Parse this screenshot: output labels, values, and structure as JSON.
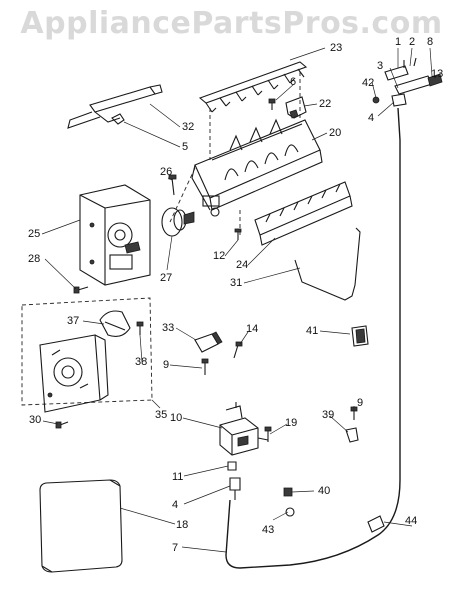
{
  "watermark": "AppliancePartsPros.com",
  "callouts": [
    "1",
    "2",
    "8",
    "3",
    "13",
    "42",
    "4",
    "23",
    "6",
    "22",
    "20",
    "32",
    "5",
    "26",
    "25",
    "27",
    "12",
    "24",
    "28",
    "31",
    "37",
    "38",
    "33",
    "14",
    "41",
    "9",
    "35",
    "10",
    "19",
    "39",
    "9",
    "30",
    "11",
    "4",
    "40",
    "43",
    "18",
    "7",
    "44"
  ]
}
